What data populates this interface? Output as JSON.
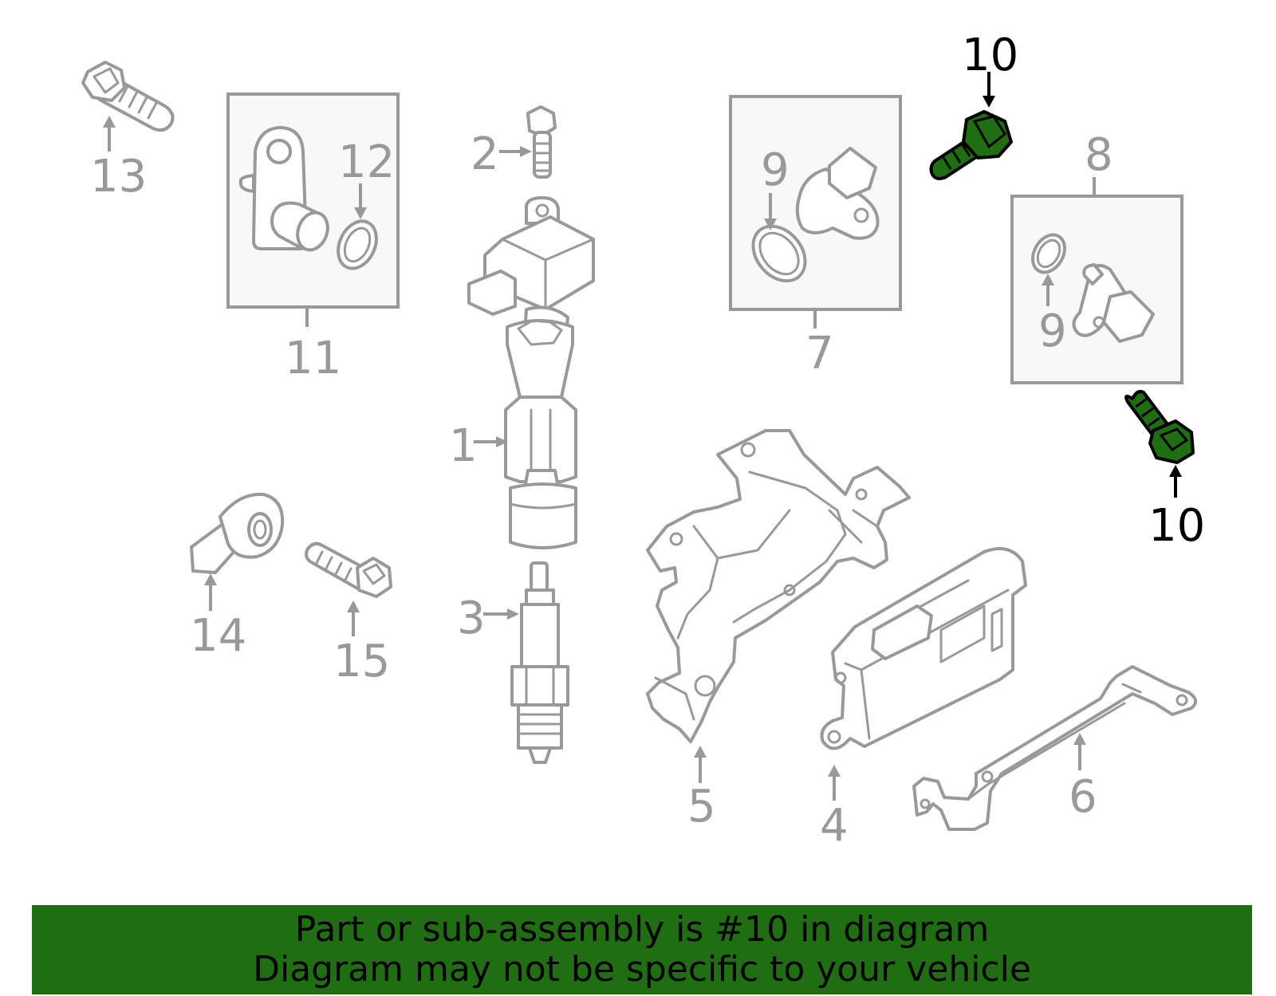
{
  "labels": {
    "p1": "1",
    "p2": "2",
    "p3": "3",
    "p4": "4",
    "p5": "5",
    "p6": "6",
    "p7": "7",
    "p8": "8",
    "p9a": "9",
    "p9b": "9",
    "p10a": "10",
    "p10b": "10",
    "p11": "11",
    "p12": "12",
    "p13": "13",
    "p14": "14",
    "p15": "15"
  },
  "highlight_part": "10",
  "colors": {
    "highlight": "#1f6e12",
    "line_art": "#999999",
    "banner": "#1f6e12"
  },
  "banner": {
    "line1": "Part or sub-assembly is #10 in diagram",
    "line2": "Diagram may not be specific to your vehicle"
  }
}
